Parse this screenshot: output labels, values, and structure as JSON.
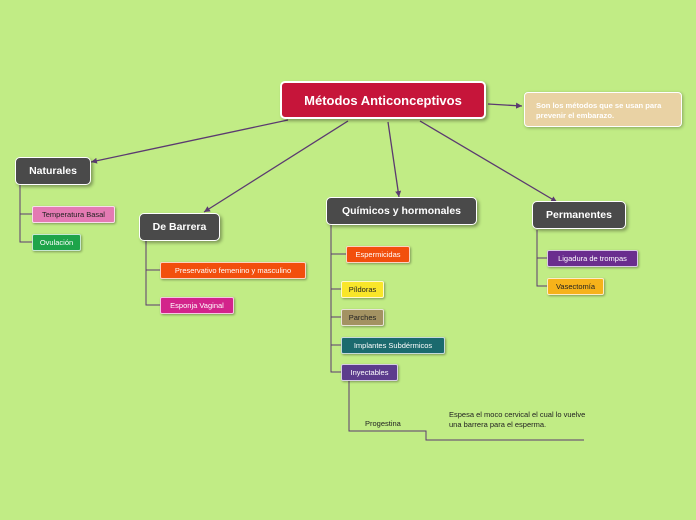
{
  "root": {
    "label": "Métodos Anticonceptivos",
    "color": "#c6153a"
  },
  "note": {
    "text": "Son los métodos que se usan para prevenir el embarazo."
  },
  "categories": {
    "naturales": {
      "label": "Naturales",
      "items": [
        {
          "label": "Temperatura Basal",
          "color": "#e47ab3"
        },
        {
          "label": "Ovulación",
          "color": "#1ea44a"
        }
      ]
    },
    "barrera": {
      "label": "De Barrera",
      "items": [
        {
          "label": "Preservativo femenino y masculino",
          "color": "#f24f0d"
        },
        {
          "label": "Esponja Vaginal",
          "color": "#d3238b"
        }
      ]
    },
    "quimicos": {
      "label": "Químicos y hormonales",
      "items": [
        {
          "label": "Espermicidas",
          "color": "#f24f0d"
        },
        {
          "label": "Píldoras",
          "color": "#f9e62a"
        },
        {
          "label": "Parches",
          "color": "#a39262"
        },
        {
          "label": "Implantes Subdérmicos",
          "color": "#1b6a6e"
        },
        {
          "label": "Inyectables",
          "color": "#5c3c8d"
        }
      ],
      "sub": {
        "label": "Progestina",
        "description": "Espesa el moco cervical el cual lo vuelve una barrera para el esperma."
      }
    },
    "permanentes": {
      "label": "Permanentes",
      "items": [
        {
          "label": "Ligadura de trompas",
          "color": "#6a2d8e"
        },
        {
          "label": "Vasectomía",
          "color": "#f6b21a"
        }
      ]
    }
  },
  "colors": {
    "background": "#c1ec85",
    "category": "#4a4a4a",
    "line": "#5b3a70"
  }
}
